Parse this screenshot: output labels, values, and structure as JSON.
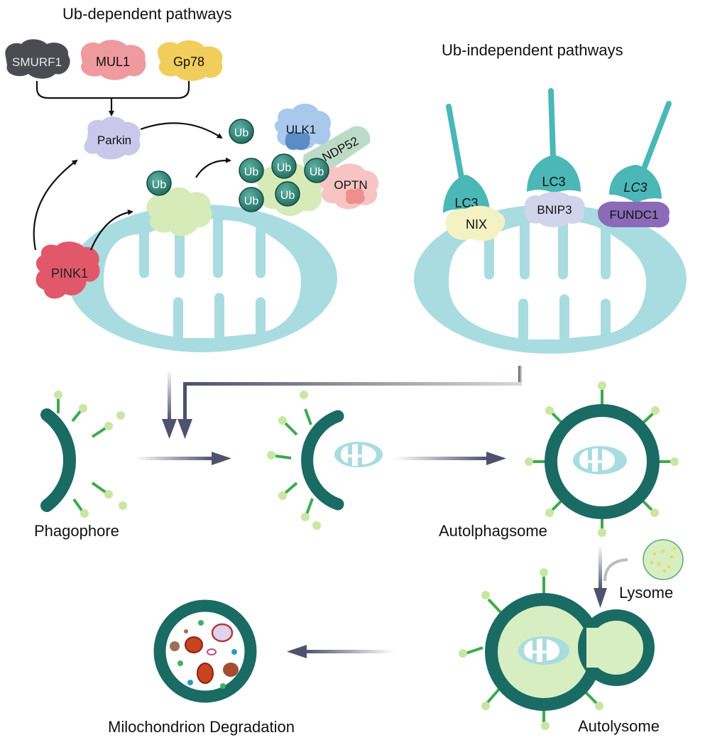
{
  "titles": {
    "ub_dependent": "Ub-dependent pathways",
    "ub_independent": "Ub-independent pathways"
  },
  "proteins": {
    "smurf1": "SMURF1",
    "mul1": "MUL1",
    "gp78": "Gp78",
    "parkin": "Parkin",
    "pink1": "PINK1",
    "ulk1": "ULK1",
    "ndp52": "NDP52",
    "optn": "OPTN",
    "ub": "Ub",
    "ub_partial": "Ub",
    "lc3": "LC3",
    "nix": "NIX",
    "bnip3": "BNIP3",
    "fundc1": "FUNDC1"
  },
  "stages": {
    "phagophore": "Phagophore",
    "autophagosome": "Autolphagsome",
    "lysosome": "Lysome",
    "autolysosome": "Autolysome",
    "degradation": "Milochondrion Degradation"
  },
  "colors": {
    "mito_fill": "#a8dce0",
    "lc3_teal": "#4bb7b7",
    "membrane": "#1a6b63",
    "bristle": "#3eaa4e",
    "bristle_tip": "#c8e6a4",
    "ub_ball": "#2a7a6c",
    "smurf1": "#4a4c52",
    "mul1": "#ef9a9e",
    "gp78": "#f1cd5b",
    "parkin": "#c9c8ea",
    "pink1": "#e2586b",
    "ulk1": "#a8c8ec",
    "ndp52": "#bcdbc6",
    "optn": "#f6c4c2",
    "nix": "#f4f1c4",
    "bnip3": "#d2d4ec",
    "fundc1": "#8b6bb8",
    "arrow": "#575a76"
  }
}
